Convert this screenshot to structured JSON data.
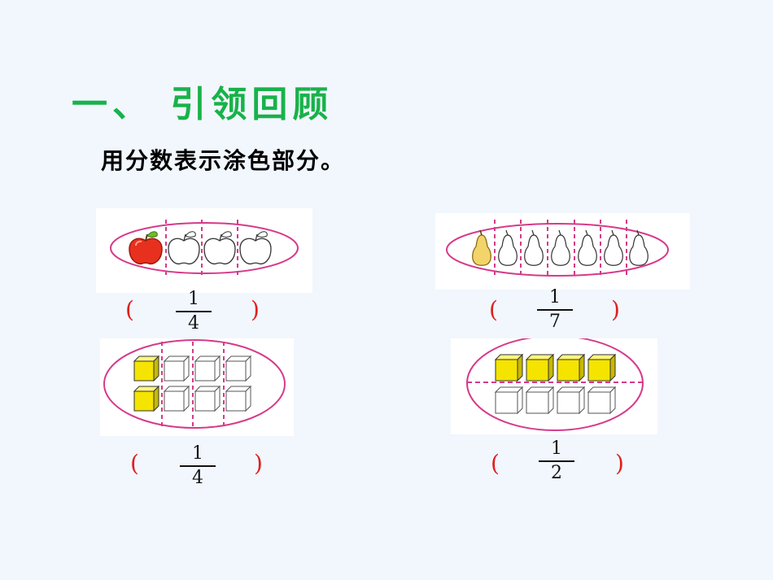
{
  "title": "一、 引领回顾",
  "instruction": "用分数表示涂色部分。",
  "problems": [
    {
      "item": "apples",
      "total": 4,
      "shaded": 1,
      "answer": {
        "open": "(",
        "numerator": "1",
        "denominator": "4",
        "close": ")"
      }
    },
    {
      "item": "pears",
      "total": 7,
      "shaded": 1,
      "answer": {
        "open": "(",
        "numerator": "1",
        "denominator": "7",
        "close": ")"
      }
    },
    {
      "item": "cubes",
      "total": 8,
      "shaded": 2,
      "answer": {
        "open": "(",
        "numerator": "1",
        "denominator": "4",
        "close": ")"
      }
    },
    {
      "item": "cubes",
      "total": 8,
      "shaded": 4,
      "answer": {
        "open": "(",
        "numerator": "1",
        "denominator": "2",
        "close": ")"
      }
    }
  ],
  "colors": {
    "title": "#18b24a",
    "paren": "#e02020",
    "ellipse": "#d63a8a",
    "cube_fill": "#f5e400",
    "apple_red": "#e8301e",
    "pear_yellow": "#f3d46a"
  },
  "icons": [
    "apple-icon",
    "pear-icon",
    "cube-icon"
  ]
}
